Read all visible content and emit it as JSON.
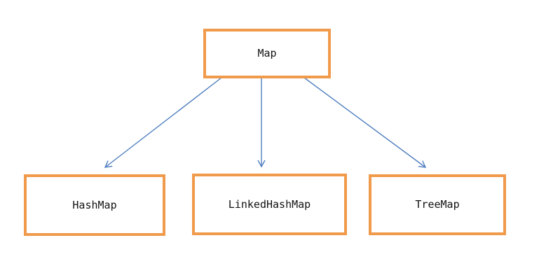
{
  "diagram": {
    "nodes": {
      "root": {
        "label": "Map"
      },
      "hashmap": {
        "label": "HashMap"
      },
      "linkedhashmap": {
        "label": "LinkedHashMap"
      },
      "treemap": {
        "label": "TreeMap"
      }
    },
    "edges": [
      {
        "from": "Map",
        "to": "HashMap"
      },
      {
        "from": "Map",
        "to": "LinkedHashMap"
      },
      {
        "from": "Map",
        "to": "TreeMap"
      }
    ],
    "colors": {
      "box_border": "#f09a4b",
      "arrow": "#4f7fbf"
    }
  }
}
